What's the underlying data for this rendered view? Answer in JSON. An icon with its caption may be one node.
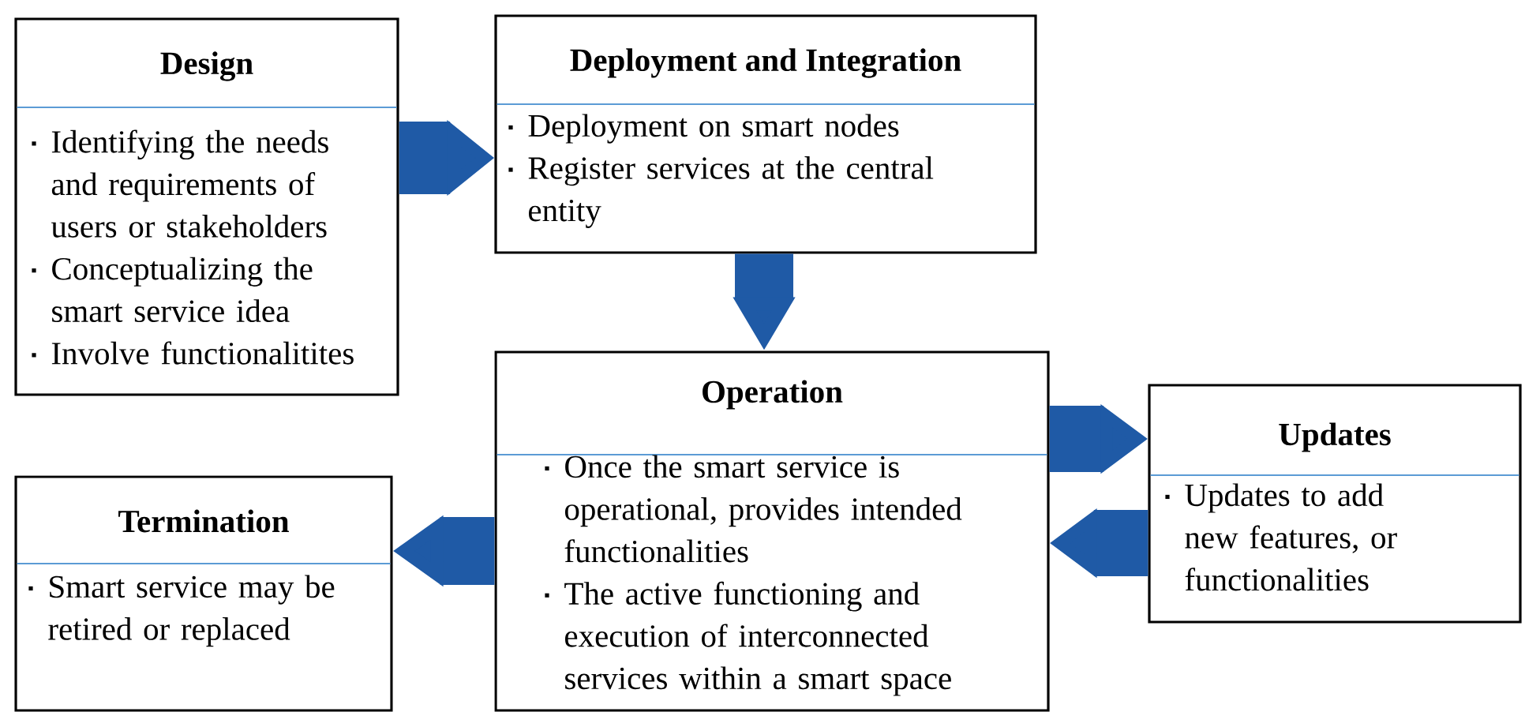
{
  "diagram": {
    "nodes": [
      {
        "text": [
          "Design",
          "Identifying the needs and requirements of users or stakeholders",
          "Conceptualizing the smart service idea",
          "Involve functionalitites"
        ]
      },
      {
        "text": [
          "Deployment and Integration",
          "Deployment on smart nodes",
          "Register services at the central entity"
        ]
      },
      {
        "text": [
          "Operation",
          "Once the smart service is operational, provides intended functionalities",
          "The active functioning and execution of interconnected services within a smart space"
        ]
      },
      {
        "text": [
          "Updates",
          "Updates to add new features, or functionalities"
        ]
      },
      {
        "text": [
          "Termination",
          "Smart service may be retired or replaced"
        ]
      }
    ],
    "edges": [
      {
        "from": 0,
        "to": 1,
        "arrow": "to"
      },
      {
        "from": 1,
        "to": 2,
        "arrow": "to"
      },
      {
        "from": 2,
        "to": 3,
        "arrow": "to"
      },
      {
        "from": 3,
        "to": 2,
        "arrow": "to"
      },
      {
        "from": 2,
        "to": 4,
        "arrow": "to"
      }
    ]
  }
}
